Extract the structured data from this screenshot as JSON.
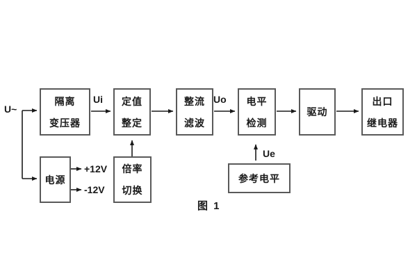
{
  "figure": {
    "caption": "图 1",
    "background_color": "#ffffff",
    "box_border_color": "#595959",
    "wire_color": "#1a1a1a",
    "text_color": "#1a1a1a"
  },
  "labels": {
    "input": "U~",
    "ui": "Ui",
    "uo": "Uo",
    "ue": "Ue",
    "plus12v": "+12V",
    "minus12v": "-12V"
  },
  "boxes": {
    "isolation_transformer": {
      "line1": "隔离",
      "line2": "变压器"
    },
    "setting_adjust": {
      "line1": "定值",
      "line2": "整定"
    },
    "rectifier_filter": {
      "line1": "整流",
      "line2": "滤波"
    },
    "level_detection": {
      "line1": "电平",
      "line2": "检测"
    },
    "drive": {
      "line1": "驱动"
    },
    "output_relay": {
      "line1": "出口",
      "line2": "继电器"
    },
    "power_supply": {
      "line1": "电源"
    },
    "multiplier_switch": {
      "line1": "倍率",
      "line2": "切换"
    },
    "reference_level": {
      "line1": "参考电平"
    }
  }
}
